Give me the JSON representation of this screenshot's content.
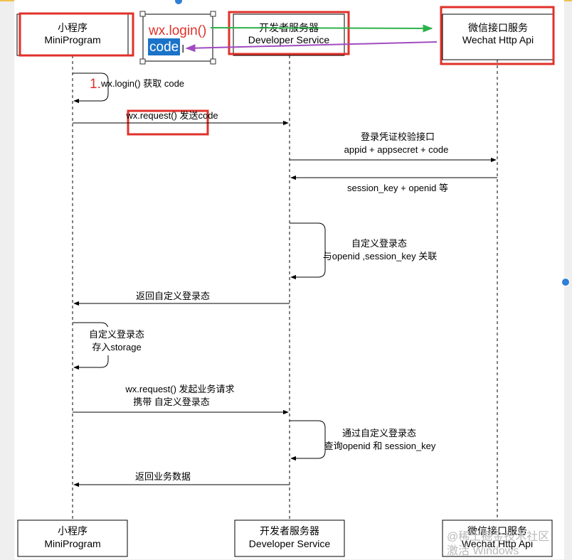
{
  "participants": {
    "mini": {
      "name": "小程序",
      "sub": "MiniProgram"
    },
    "dev": {
      "name": "开发者服务器",
      "sub": "Developer Service"
    },
    "wechat": {
      "name": "微信接口服务",
      "sub": "Wechat Http Api"
    }
  },
  "callout": {
    "line1": "wx.login()",
    "line2": "code"
  },
  "messages": {
    "m1_num": "1.",
    "m1_text": "wx.login() 获取 code",
    "m2": "wx.request() 发送code",
    "m3_l1": "登录凭证校验接口",
    "m3_l2": "appid + appsecret + code",
    "m4": "session_key + openid 等",
    "m5_l1": "自定义登录态",
    "m5_l2": "与openid ,session_key 关联",
    "m6": "返回自定义登录态",
    "m7_l1": "自定义登录态",
    "m7_l2": "存入storage",
    "m8_l1": "wx.request() 发起业务请求",
    "m8_l2": "携带 自定义登录态",
    "m9_l1": "通过自定义登录态",
    "m9_l2": "查询openid 和 session_key",
    "m10": "返回业务数据"
  },
  "watermark": {
    "line1": "@稀土掘金技术社区",
    "line2": "激活 Windows"
  },
  "colors": {
    "highlight_red": "#e0312a",
    "green_arrow": "#2cb24a",
    "purple_arrow": "#a04cc0",
    "selection": "#1a73c8"
  }
}
